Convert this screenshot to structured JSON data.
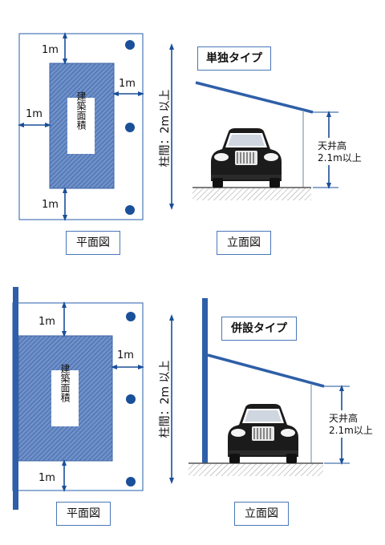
{
  "diagrams": [
    {
      "type_label": "単独タイプ",
      "building_area_label": "建築面積",
      "margin_top": "1m",
      "margin_left": "1m",
      "margin_right": "1m",
      "margin_bottom": "1m",
      "pillar_spacing": "柱間：2m 以上",
      "ceiling_height": [
        "天井高",
        "2.1m以上"
      ],
      "plan_caption": "平面図",
      "elevation_caption": "立面図"
    },
    {
      "type_label": "併設タイプ",
      "building_area_label": "建築面積",
      "margin_top": "1m",
      "margin_right": "1m",
      "margin_bottom": "1m",
      "pillar_spacing": "柱間：2m 以上",
      "ceiling_height": [
        "天井高",
        "2.1m以上"
      ],
      "plan_caption": "平面図",
      "elevation_caption": "立面図"
    }
  ],
  "colors": {
    "accent": "#2e5fa8",
    "hatch_fill": "#5a80c0",
    "frame": "#4a78b8",
    "ground": "#888888"
  }
}
